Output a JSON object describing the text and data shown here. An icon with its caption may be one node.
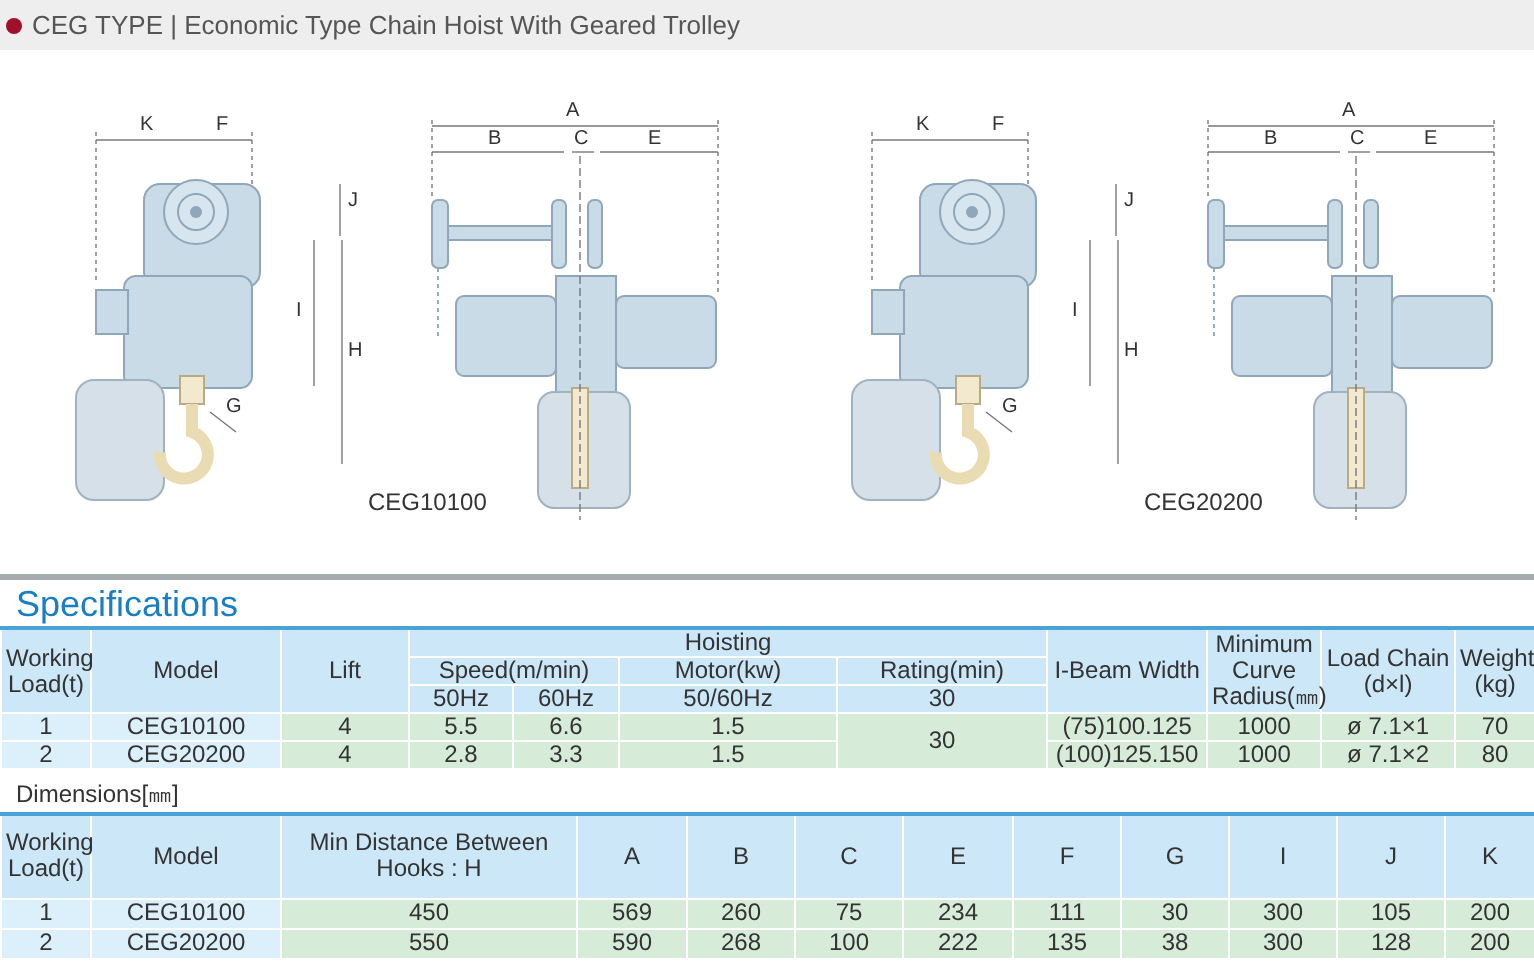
{
  "diagram": {
    "title": "CEG TYPE | Economic Type Chain Hoist With Geared Trolley",
    "labels": [
      "K",
      "F",
      "A",
      "B",
      "C",
      "E",
      "J",
      "I",
      "H",
      "G",
      "CEG10100",
      "K",
      "F",
      "A",
      "B",
      "C",
      "E",
      "J",
      "I",
      "H",
      "G",
      "CEG20200",
      "Specifications",
      "Working Load(t)",
      "Model",
      "Lift",
      "Hoisting",
      "I-Beam Width",
      "Minimum Curve Radius(㎜)",
      "Load Chain (d×l)",
      "Weight (kg)",
      "Speed(m/min)",
      "Motor(kw)",
      "Rating(min)",
      "50Hz",
      "60Hz",
      "50/60Hz",
      "30",
      "1",
      "CEG10100",
      "4",
      "5.5",
      "6.6",
      "1.5",
      "30",
      "(75)100.125",
      "1000",
      "ø 7.1×1",
      "70",
      "2",
      "CEG20200",
      "4",
      "2.8",
      "3.3",
      "1.5",
      "(100)125.150",
      "1000",
      "ø 7.1×2",
      "80",
      "Dimensions[㎜]",
      "Working Load(t)",
      "Model",
      "Min Distance Between Hooks : H",
      "A",
      "B",
      "C",
      "E",
      "F",
      "G",
      "I",
      "J",
      "K",
      "1",
      "CEG10100",
      "450",
      "569",
      "260",
      "75",
      "234",
      "111",
      "30",
      "300",
      "105",
      "200",
      "2",
      "CEG20200",
      "550",
      "590",
      "268",
      "100",
      "222",
      "135",
      "38",
      "300",
      "128",
      "200"
    ]
  }
}
